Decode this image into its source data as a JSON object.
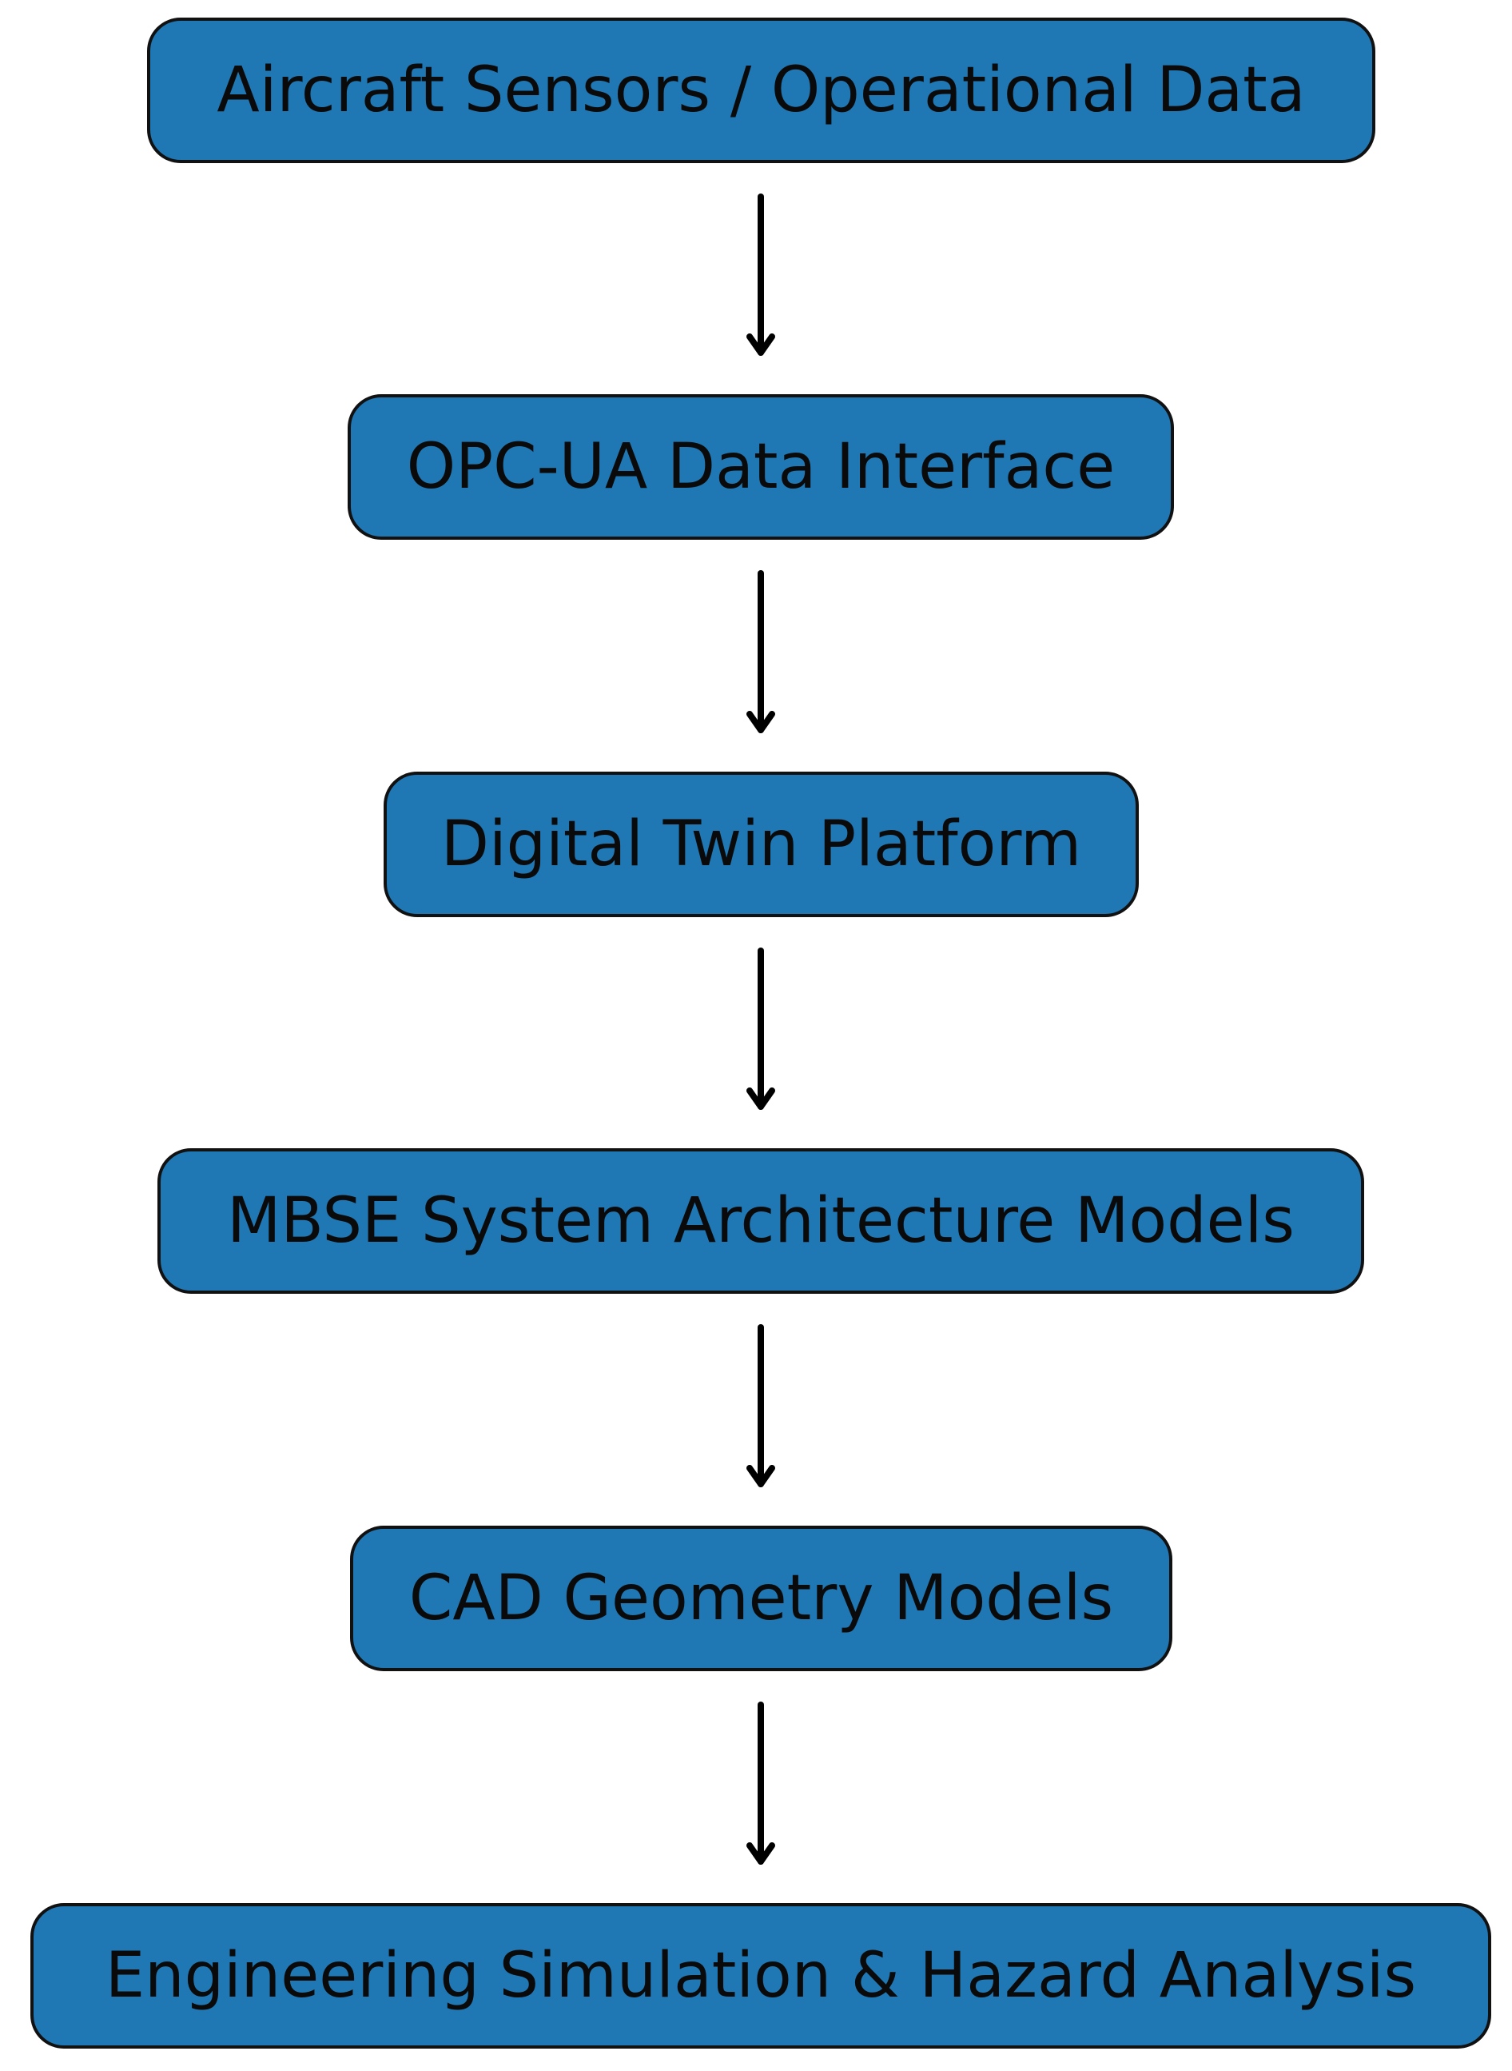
{
  "diagram": {
    "nodes": [
      {
        "id": "n1",
        "label": "Aircraft Sensors / Operational Data"
      },
      {
        "id": "n2",
        "label": "OPC-UA Data Interface"
      },
      {
        "id": "n3",
        "label": "Digital Twin Platform"
      },
      {
        "id": "n4",
        "label": "MBSE System Architecture Models"
      },
      {
        "id": "n5",
        "label": "CAD Geometry Models"
      },
      {
        "id": "n6",
        "label": "Engineering Simulation & Hazard Analysis"
      }
    ],
    "edges": [
      {
        "from": "n1",
        "to": "n2"
      },
      {
        "from": "n2",
        "to": "n3"
      },
      {
        "from": "n3",
        "to": "n4"
      },
      {
        "from": "n4",
        "to": "n5"
      },
      {
        "from": "n5",
        "to": "n6"
      }
    ],
    "colors": {
      "node_fill": "#1f77b4",
      "node_border": "#111111",
      "arrow": "#000000"
    }
  }
}
